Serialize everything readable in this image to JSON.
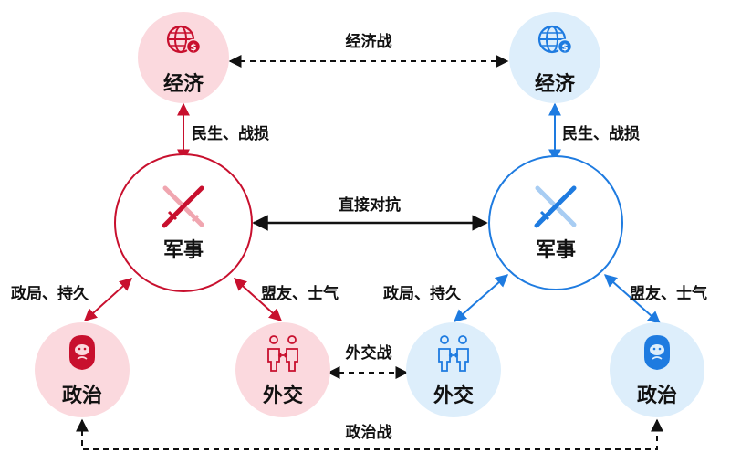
{
  "colors": {
    "red": "#c8102e",
    "red_fill": "#fbd9de",
    "red_light": "#f0a6b0",
    "blue": "#1e7be0",
    "blue_fill": "#ddeefb",
    "blue_light": "#a8cdf3",
    "black": "#111111"
  },
  "left": {
    "economy": "经济",
    "military": "军事",
    "politics": "政治",
    "diplomacy": "外交"
  },
  "right": {
    "economy": "经济",
    "military": "军事",
    "politics": "政治",
    "diplomacy": "外交"
  },
  "links": {
    "economic_war": "经济战",
    "direct_confrontation": "直接对抗",
    "diplomatic_war": "外交战",
    "political_war": "政治战",
    "left_livelihood": "民生、战损",
    "right_livelihood": "民生、战损",
    "left_politics": "政局、持久",
    "left_allies": "盟友、士气",
    "right_politics": "政局、持久",
    "right_allies": "盟友、士气"
  },
  "icons": {
    "economy": "globe-dollar-icon",
    "military": "crossed-swords-icon",
    "politics": "bearded-man-icon",
    "diplomacy": "people-exchange-icon"
  }
}
